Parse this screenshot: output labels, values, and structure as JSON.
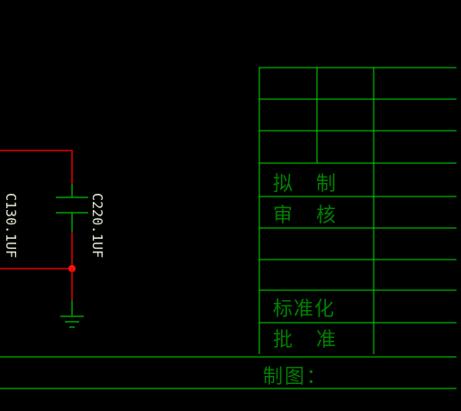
{
  "colors": {
    "background": "#000000",
    "frame_line": "#00ff00",
    "table_text": "#008000",
    "wire_red": "#ff0000",
    "component": "#00a000",
    "label": "#e6e6d2",
    "junction": "#ff0000"
  },
  "components": [
    {
      "designator": "C13",
      "value": "0.1UF",
      "label": "C130.1UF"
    },
    {
      "designator": "C22",
      "value": "0.1UF",
      "label": "C220.1UF"
    }
  ],
  "symbols": {
    "ground": "ground-symbol",
    "junction": "junction-dot"
  },
  "title_block": {
    "rows": [
      {
        "label": ""
      },
      {
        "label": ""
      },
      {
        "label": ""
      },
      {
        "label": "拟　制"
      },
      {
        "label": "审　核"
      },
      {
        "label": ""
      },
      {
        "label": ""
      },
      {
        "label": "标准化"
      },
      {
        "label": "批　准"
      }
    ],
    "footer_label": "制图："
  }
}
